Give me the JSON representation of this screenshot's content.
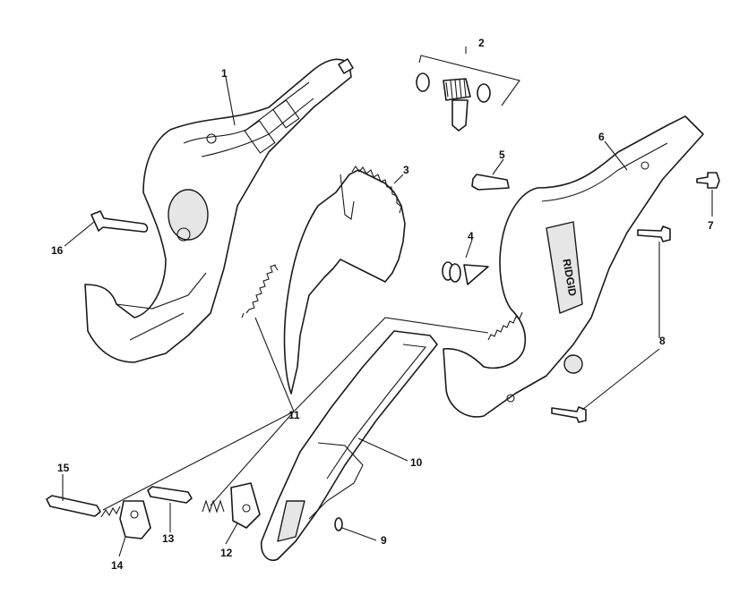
{
  "callouts": {
    "c1": "1",
    "c2": "2",
    "c3": "3",
    "c4": "4",
    "c5": "5",
    "c6": "6",
    "c7": "7",
    "c8": "8",
    "c9": "9",
    "c10": "10",
    "c11": "11",
    "c12": "12",
    "c13": "13",
    "c14": "14",
    "c15": "15",
    "c16": "16"
  },
  "body_text": "RIDGID"
}
